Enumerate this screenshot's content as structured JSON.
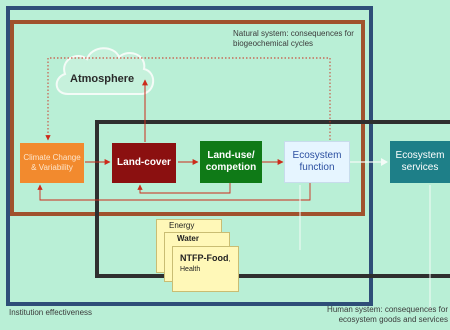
{
  "frames": {
    "natural_label": "Natural system: consequences for biogeochemical cycles",
    "institution_label": "Institution effectiveness",
    "human_label": "Human system: consequences for ecosystem goods and services"
  },
  "nodes": {
    "atmosphere": "Atmosphere",
    "climate": "Climate Change & Variability",
    "land_cover": "Land-cover",
    "land_use": "Land-use/ competion",
    "ecosystem_function": "Ecosystem function",
    "ecosystem_services": "Ecosystem services"
  },
  "cards": [
    "Energy",
    "Water",
    "NTFP-Food",
    "Health"
  ],
  "colors": {
    "background": "#b9efd6",
    "institution_frame": "#2e4e78",
    "natural_frame": "#a0522d",
    "human_frame": "#2f2f2f",
    "climate": "#f28a2e",
    "land_cover": "#8b1010",
    "land_use": "#0f7a17",
    "ecosystem_function": "#e6f5ff",
    "ecosystem_services": "#1e7f88",
    "arrow_red": "#cc2b1b"
  }
}
